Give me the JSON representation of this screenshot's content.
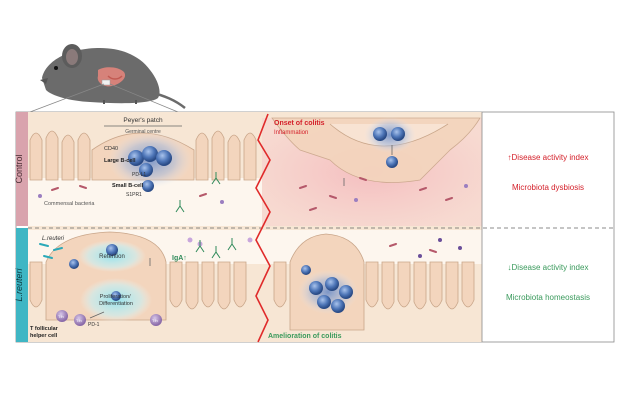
{
  "groups": {
    "control": "Control",
    "lreuteri": "L.reuteri"
  },
  "labels": {
    "peyers_patch": "Peyer's patch",
    "germinal_centre": "Germinal centre",
    "cd40": "CD40",
    "large_bcell": "Large B-cell",
    "pdl1": "PD-L1",
    "small_bcell": "Small B-cell",
    "s1pr1": "S1PR1",
    "commensal": "Commensal bacteria",
    "onset": "Onset of colitis",
    "inflammation": "Inflammation",
    "lreuteri_label": "L.reuteri",
    "retention": "Retention",
    "iga": "IgA↑",
    "prolif": "Proliferation/\nDifferentiation",
    "pd1": "PD-1",
    "tfh": "Tfh",
    "tfh_cell": "T follicular\nhelper cell",
    "amelioration": "Amelioration of colitis"
  },
  "outcomes": {
    "control_dai": "↑Disease activity index",
    "control_micro": "Microbiota dysbiosis",
    "lreuteri_dai": "↓Disease activity index",
    "lreuteri_micro": "Microbiota homeostasis"
  },
  "colors": {
    "red": "#d4202a",
    "green": "#3a9a5c",
    "tissue": "#f6e2cf",
    "control_bar": "#d9a3ad",
    "lreuteri_bar": "#3fb6c4"
  }
}
